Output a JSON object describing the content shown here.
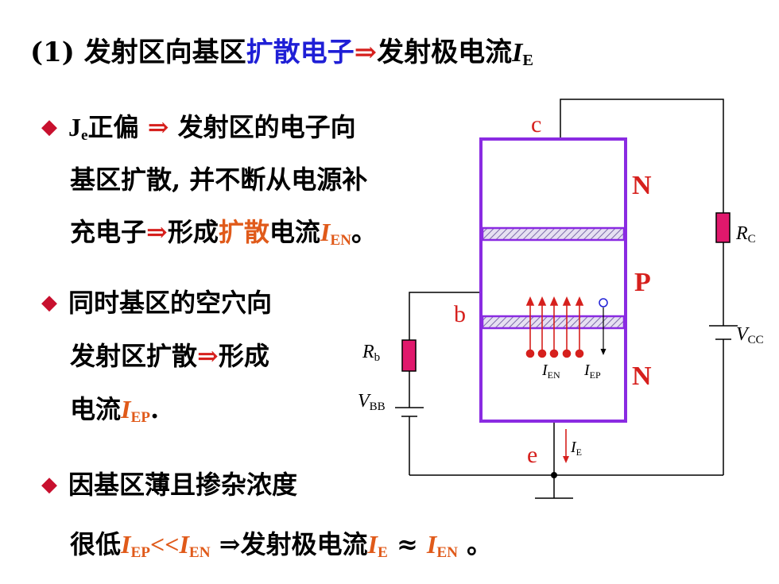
{
  "title": {
    "prefix": "(1) 发射区向基区",
    "highlight": "扩散电子",
    "arrow": "⇒",
    "suffix": "发射极电流",
    "I": "I",
    "sub": "E"
  },
  "bullet1": {
    "je": "J",
    "je_sub": "e",
    "text1": "正偏",
    "arrow": "⇒",
    "text2": " 发射区的电子向",
    "line2": "基区扩散, 并不断从电源补",
    "line3a": "充电子",
    "arrow2": "⇒",
    "line3b": "形成",
    "line3c": "扩散",
    "line3d": "电流",
    "I": "I",
    "sub": "EN",
    "end": "。"
  },
  "bullet2": {
    "line1": "同时基区的空穴向",
    "line2a": "发射区扩散",
    "arrow": "⇒",
    "line2b": "形成",
    "line3": "电流",
    "I": "I",
    "sub": "EP",
    "end": "."
  },
  "bullet3": {
    "line1": "因基区薄且掺杂浓度",
    "line2a": "很低",
    "I1": "I",
    "sub1": "EP",
    "lt": "<<",
    "I2": "I",
    "sub2": "EN",
    "arrow": " ⇒",
    "line2b": "发射极电流",
    "I3": "I",
    "sub3": "E",
    "approx": " ≈ ",
    "I4": "I",
    "sub4": "EN",
    "end": " 。"
  },
  "diagram": {
    "c": "c",
    "b": "b",
    "e": "e",
    "N_top": "N",
    "P": "P",
    "N_bottom": "N",
    "Rc": "R",
    "Rc_sub": "C",
    "Vcc": "V",
    "Vcc_sub": "CC",
    "Rb": "R",
    "Rb_sub": "b",
    "Vbb": "V",
    "Vbb_sub": "BB",
    "Ien": "I",
    "Ien_sub": "EN",
    "Iep": "I",
    "Iep_sub": "EP",
    "Ie": "I",
    "Ie_sub": "E"
  },
  "colors": {
    "purple": "#8a2be2",
    "red": "#d6201d",
    "resistor": "#e0186c",
    "blue": "#1f1fd6",
    "orange": "#e05a1a"
  }
}
